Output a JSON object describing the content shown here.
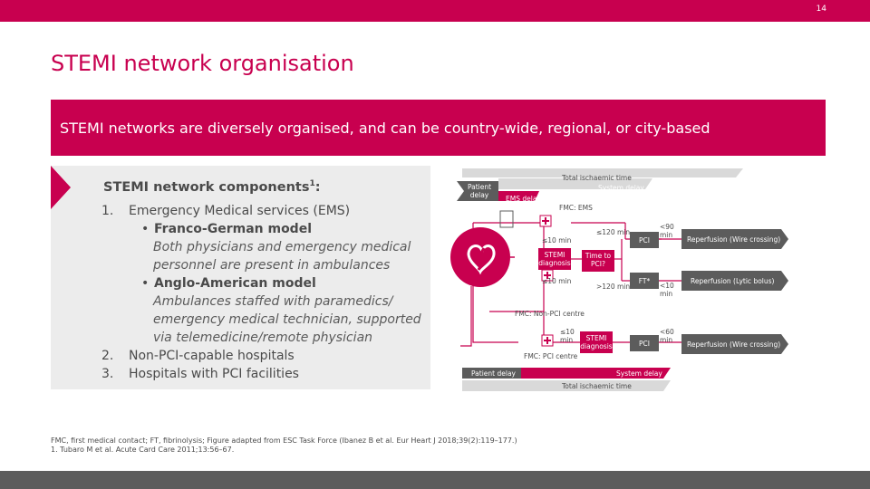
{
  "slide": {
    "page_number": "14",
    "title": "STEMI network organisation",
    "banner": "STEMI networks are diversely organised, and can be country-wide, regional, or city-based"
  },
  "components": {
    "heading": "STEMI network components",
    "heading_sup": "1",
    "heading_suffix": ":",
    "items": [
      {
        "num": "1.",
        "label": "Emergency Medical services (EMS)",
        "subs": [
          {
            "bullet": "•",
            "label": "Franco-German model",
            "desc": [
              "Both physicians and emergency medical",
              "personnel are present in ambulances"
            ]
          },
          {
            "bullet": "•",
            "label": "Anglo-American model",
            "desc": [
              "Ambulances staffed with paramedics/",
              "emergency medical technician, supported",
              "via telemedicine/remote physician"
            ]
          }
        ]
      },
      {
        "num": "2.",
        "label": "Non-PCI-capable hospitals"
      },
      {
        "num": "3.",
        "label": "Hospitals with PCI facilities"
      }
    ]
  },
  "diagram": {
    "total_ischaemic_time_top": "Total ischaemic time",
    "system_delay_top": "System delay",
    "patient_delay_top": "Patient delay",
    "ems_delay": "EMS delay",
    "fmc_ems": "FMC: EMS",
    "ems_to_pci": "≤120 min",
    "stemi_diagnosis_1": "STEMI diagnosis",
    "le10_1": "≤10 min",
    "time_to_pci": "Time to PCI?",
    "pci_1": "PCI",
    "lt90": "<90 min",
    "reperfusion_1": "Reperfusion (Wire crossing)",
    "le10_2": "≤10 min",
    "gt120": ">120 min",
    "ft": "FT*",
    "lt10": "<10 min",
    "reperfusion_2": "Reperfusion (Lytic bolus)",
    "fmc_nonpci": "FMC: Non-PCI centre",
    "le10_3": "≤10 min",
    "stemi_diagnosis_2": "STEMI diagnosis",
    "pci_2": "PCI",
    "lt60": "<60 min",
    "reperfusion_3": "Reperfusion (Wire crossing)",
    "fmc_pci": "FMC: PCI centre",
    "patient_delay_bottom": "Patient delay",
    "system_delay_bottom": "System delay",
    "total_ischaemic_time_bottom": "Total ischaemic time",
    "colors": {
      "accent": "#c8004f",
      "gray": "#d9d9d9",
      "dark": "#5c5c5c"
    }
  },
  "footnote": [
    "FMC, first medical contact; FT, fibrinolysis; Figure adapted from ESC Task Force (Ibanez B et al. Eur Heart J 2018;39(2):119–177.)",
    "1. Tubaro M et al. Acute Card Care 2011;13:56–67."
  ]
}
